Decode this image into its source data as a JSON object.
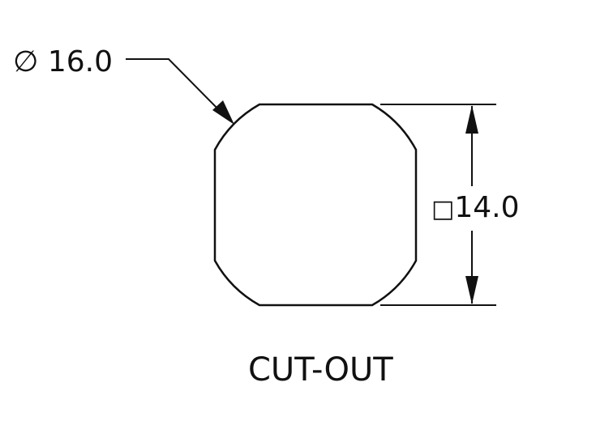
{
  "diameter_dimension": {
    "symbol": "∅",
    "value": "16.0"
  },
  "square_dimension": {
    "symbol": "□",
    "value": "14.0"
  },
  "caption": "CUT-OUT",
  "colors": {
    "stroke": "#111111",
    "background": "#ffffff"
  }
}
